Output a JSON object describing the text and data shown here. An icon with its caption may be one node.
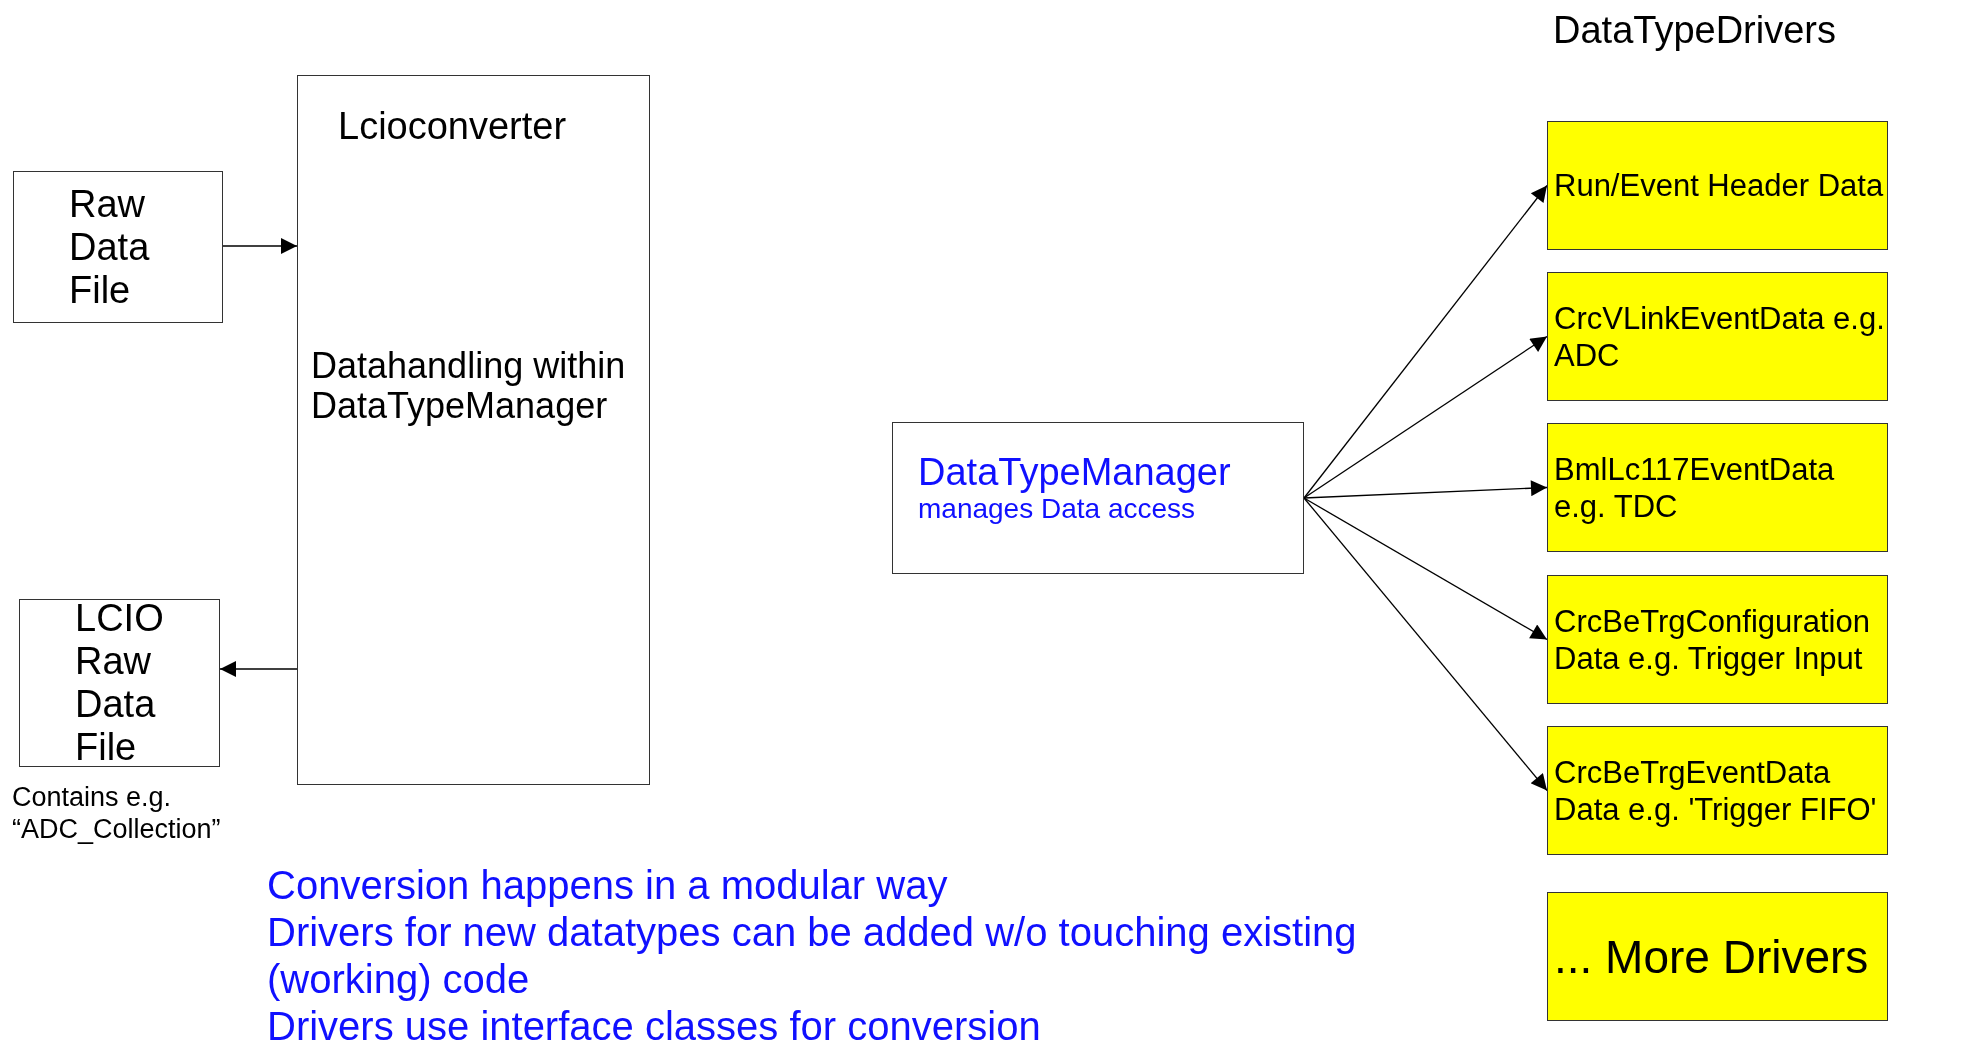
{
  "diagram": {
    "nodes": [
      {
        "text": [
          "Raw Data File"
        ]
      },
      {
        "text": [
          "Lcioconverter",
          "Datahandling within DataTypeManager"
        ]
      },
      {
        "text": [
          "LCIO Raw Data File"
        ],
        "beside": [
          "Contains e.g. “ADC_Collection”"
        ]
      },
      {
        "text": [
          "DataTypeManager",
          "manages Data access"
        ]
      },
      {
        "text": [
          "Run/Event Header Data"
        ]
      },
      {
        "text": [
          "CrcVLinkEventData e.g. ADC"
        ]
      },
      {
        "text": [
          "BmlLc117EventData e.g. TDC"
        ]
      },
      {
        "text": [
          "CrcBeTrgConfiguration Data e.g. Trigger Input"
        ]
      },
      {
        "text": [
          "CrcBeTrgEventData Data e.g. 'Trigger FIFO'"
        ]
      },
      {
        "text": [
          "... More Drivers"
        ]
      }
    ],
    "edges": [
      {
        "from": 0,
        "to": 1,
        "arrow": "to"
      },
      {
        "from": 1,
        "to": 2,
        "arrow": "to"
      },
      {
        "from": 3,
        "to": 4,
        "arrow": "to"
      },
      {
        "from": 3,
        "to": 5,
        "arrow": "to"
      },
      {
        "from": 3,
        "to": 6,
        "arrow": "to"
      },
      {
        "from": 3,
        "to": 7,
        "arrow": "to"
      },
      {
        "from": 3,
        "to": 8,
        "arrow": "to"
      }
    ],
    "labels": [
      "DataTypeDrivers",
      "Conversion happens in a modular way",
      "Drivers for new datatypes can be added w/o touching existing (working) code",
      "Drivers use interface classes for conversion"
    ]
  }
}
